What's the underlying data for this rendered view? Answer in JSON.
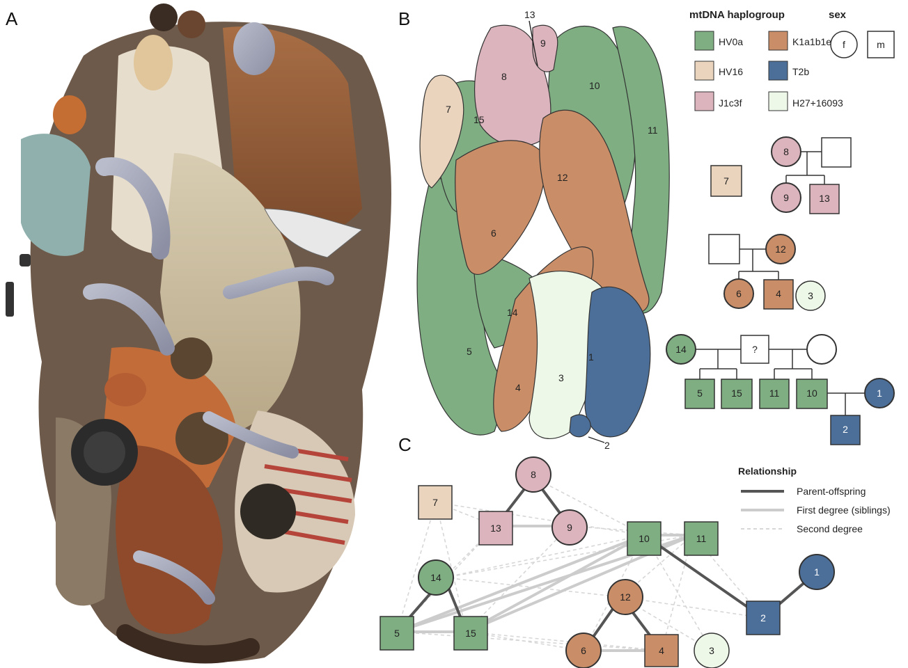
{
  "panels": {
    "a": "A",
    "b": "B",
    "c": "C"
  },
  "colors": {
    "HV0a": "#7fae82",
    "K1a1b1e": "#c98d68",
    "HV16": "#ead4bd",
    "T2b": "#4c6f99",
    "J1c3f": "#dcb4bd",
    "H27_16093": "#eef8e8",
    "stroke": "#333333",
    "parent": "#555555",
    "sibling": "#cccccc",
    "second": "#d7d7d7"
  },
  "legend": {
    "title": "mtDNA haplogroup",
    "sex_title": "sex",
    "female": "f",
    "male": "m",
    "items": [
      {
        "label": "HV0a",
        "color": "#7fae82"
      },
      {
        "label": "K1a1b1e",
        "color": "#c98d68"
      },
      {
        "label": "HV16",
        "color": "#ead4bd"
      },
      {
        "label": "T2b",
        "color": "#4c6f99"
      },
      {
        "label": "J1c3f",
        "color": "#dcb4bd"
      },
      {
        "label": "H27+16093",
        "color": "#eef8e8"
      }
    ]
  },
  "burial_labels": [
    "1",
    "2",
    "3",
    "4",
    "5",
    "6",
    "7",
    "8",
    "9",
    "10",
    "11",
    "12",
    "13",
    "14",
    "15"
  ],
  "pedigree": {
    "n7": "7",
    "n8": "8",
    "n9": "9",
    "n13": "13",
    "n12": "12",
    "n6": "6",
    "n4": "4",
    "n3": "3",
    "n14": "14",
    "unknown": "?",
    "n5": "5",
    "n15": "15",
    "n11": "11",
    "n10": "10",
    "n1": "1",
    "n2": "2"
  },
  "relationship": {
    "title": "Relationship",
    "parent": "Parent-offspring",
    "siblings": "First degree (siblings)",
    "second": "Second degree"
  },
  "network_nodes": [
    {
      "id": "7",
      "shape": "square",
      "group": "HV16"
    },
    {
      "id": "8",
      "shape": "circle",
      "group": "J1c3f"
    },
    {
      "id": "13",
      "shape": "square",
      "group": "J1c3f"
    },
    {
      "id": "9",
      "shape": "circle",
      "group": "J1c3f"
    },
    {
      "id": "10",
      "shape": "square",
      "group": "HV0a"
    },
    {
      "id": "11",
      "shape": "square",
      "group": "HV0a"
    },
    {
      "id": "1",
      "shape": "circle",
      "group": "T2b"
    },
    {
      "id": "14",
      "shape": "circle",
      "group": "HV0a"
    },
    {
      "id": "12",
      "shape": "circle",
      "group": "K1a1b1e"
    },
    {
      "id": "2",
      "shape": "square",
      "group": "T2b"
    },
    {
      "id": "5",
      "shape": "square",
      "group": "HV0a"
    },
    {
      "id": "15",
      "shape": "square",
      "group": "HV0a"
    },
    {
      "id": "6",
      "shape": "circle",
      "group": "K1a1b1e"
    },
    {
      "id": "4",
      "shape": "square",
      "group": "K1a1b1e"
    },
    {
      "id": "3",
      "shape": "circle",
      "group": "H27_16093"
    }
  ]
}
